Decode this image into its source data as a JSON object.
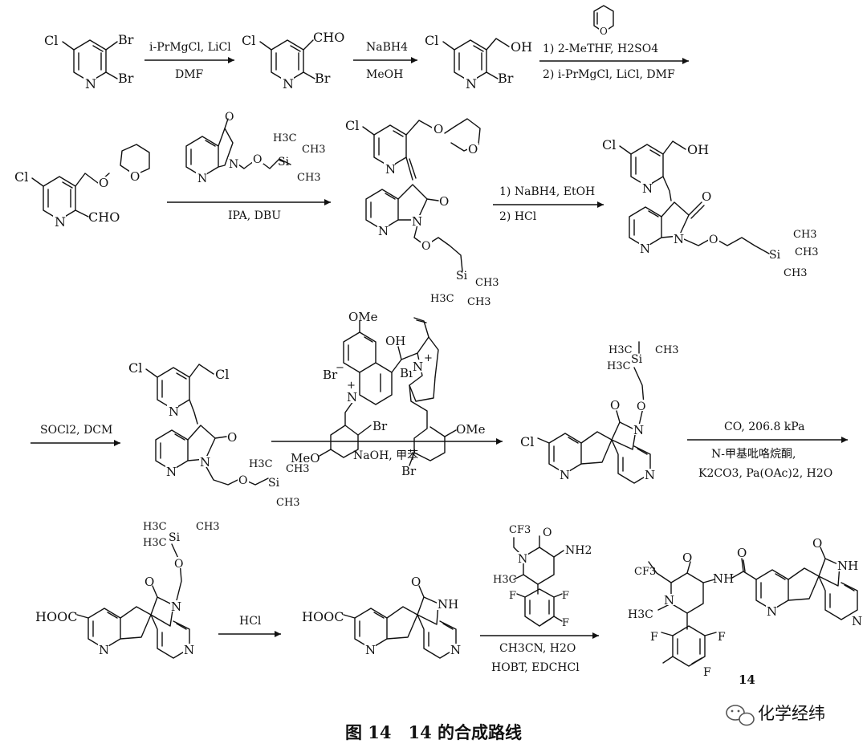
{
  "atoms": {
    "cl": "Cl",
    "br": "Br",
    "n": "N",
    "o": "O",
    "nh": "NH",
    "cho": "CHO",
    "oh": "OH",
    "cooh": "HOOC",
    "si": "Si",
    "ch3": "CH3",
    "h3c": "H3C",
    "cf3": "CF3",
    "nh2": "NH2",
    "f": "F",
    "ome": "OMe",
    "meo": "MeO",
    "plus": "+",
    "minus": "−"
  },
  "reagents": {
    "r1_top": "i-PrMgCl, LiCl",
    "r1_bot": "DMF",
    "r2_top": "NaBH4",
    "r2_bot": "MeOH",
    "r3_top": "1) 2-MeTHF, H2SO4",
    "r3_bot": "2) i-PrMgCl, LiCl, DMF",
    "r4_bot": "IPA, DBU",
    "r5_top": "1) NaBH4, EtOH",
    "r5_bot": "2) HCl",
    "r6": "SOCl2, DCM",
    "r7_bot": "NaOH, 甲苯",
    "r8_1": "CO, 206.8 kPa",
    "r8_2": "N-甲基吡咯烷酮,",
    "r8_3": "K2CO3, Pa(OAc)2, H2O",
    "r9": "HCl",
    "r10_1": "CH3CN, H2O",
    "r10_2": "HOBT, EDCHCl"
  },
  "compound_label": "14",
  "caption": "图 14　14 的合成路线",
  "watermark": "化学经纬"
}
